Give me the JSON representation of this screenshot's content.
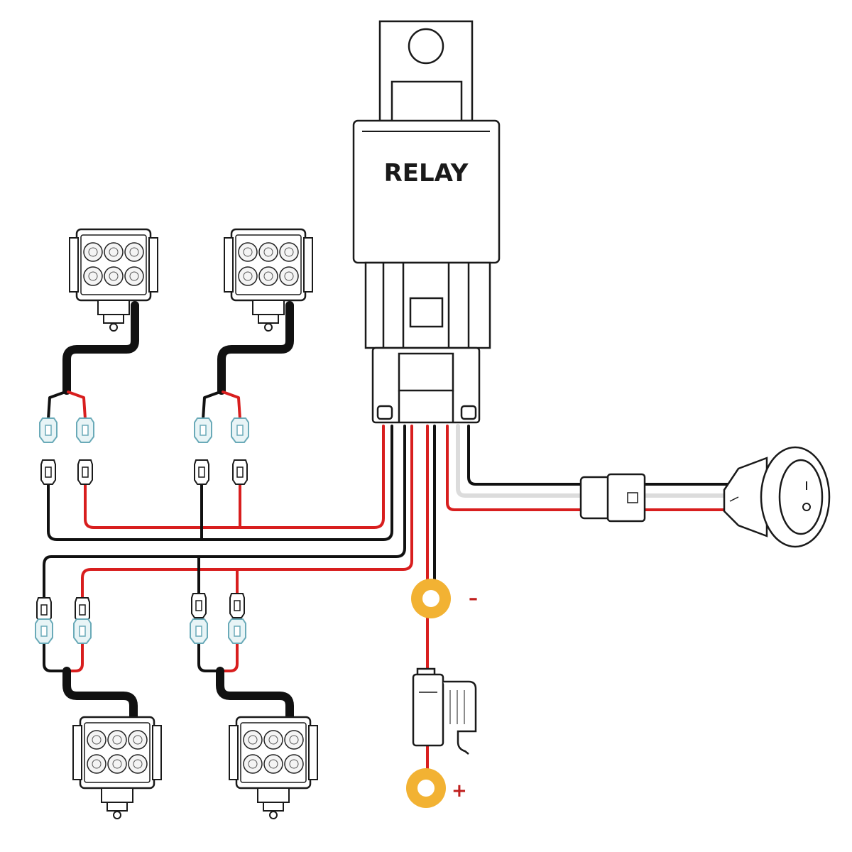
{
  "relay": {
    "label": "RELAY"
  },
  "terminals": {
    "negative": "–",
    "positive": "+"
  },
  "colors": {
    "outline": "#1a1a1a",
    "wire_black": "#111111",
    "wire_red": "#d81e1e",
    "wire_white": "#dcdcdc",
    "ring_terminal": "#f2b233",
    "connector_male": "#cfe6ea"
  },
  "components": {
    "relay": "relay",
    "switch": "rocker-switch",
    "fuse": "fuse-holder",
    "lights": [
      "led-light-top-left",
      "led-light-top-right",
      "led-light-bottom-left",
      "led-light-bottom-right"
    ]
  }
}
